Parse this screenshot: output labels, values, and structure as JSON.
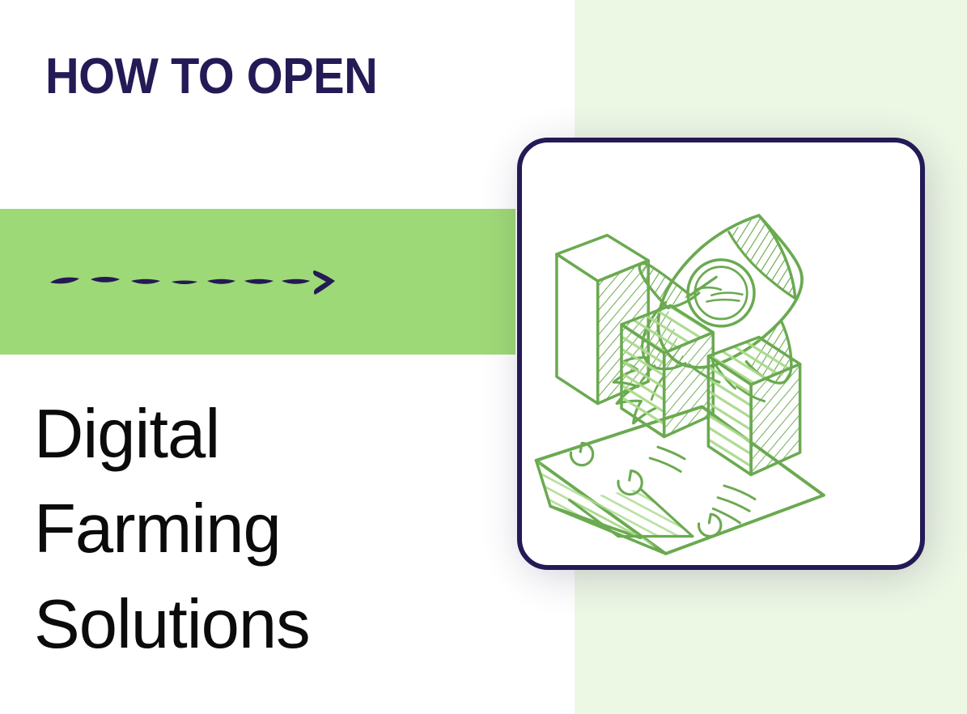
{
  "slide": {
    "eyebrow": "HOW TO OPEN",
    "headline_lines": [
      "Digital",
      "Farming",
      "Solutions"
    ],
    "headline_full": "Digital Farming Solutions"
  },
  "decor": {
    "arrow_label": "dashed-arrow-pointing-right",
    "band_label": "green-highlight-band"
  },
  "illustration": {
    "card_label": "Rocket launching over 3D bar chart",
    "elements": [
      "rocket",
      "rocket-window",
      "rocket-fins",
      "rocket-flame",
      "bar-chart-base-plane",
      "bar-1",
      "bar-2",
      "bar-3",
      "marker-circles"
    ]
  },
  "colors": {
    "navy": "#241a55",
    "band_green": "#9ed977",
    "panel_green": "#ecf7e4",
    "stroke_green": "#6aaa50",
    "fill_green": "#a9d98a",
    "headline_black": "#0b0b0b",
    "white": "#ffffff"
  }
}
